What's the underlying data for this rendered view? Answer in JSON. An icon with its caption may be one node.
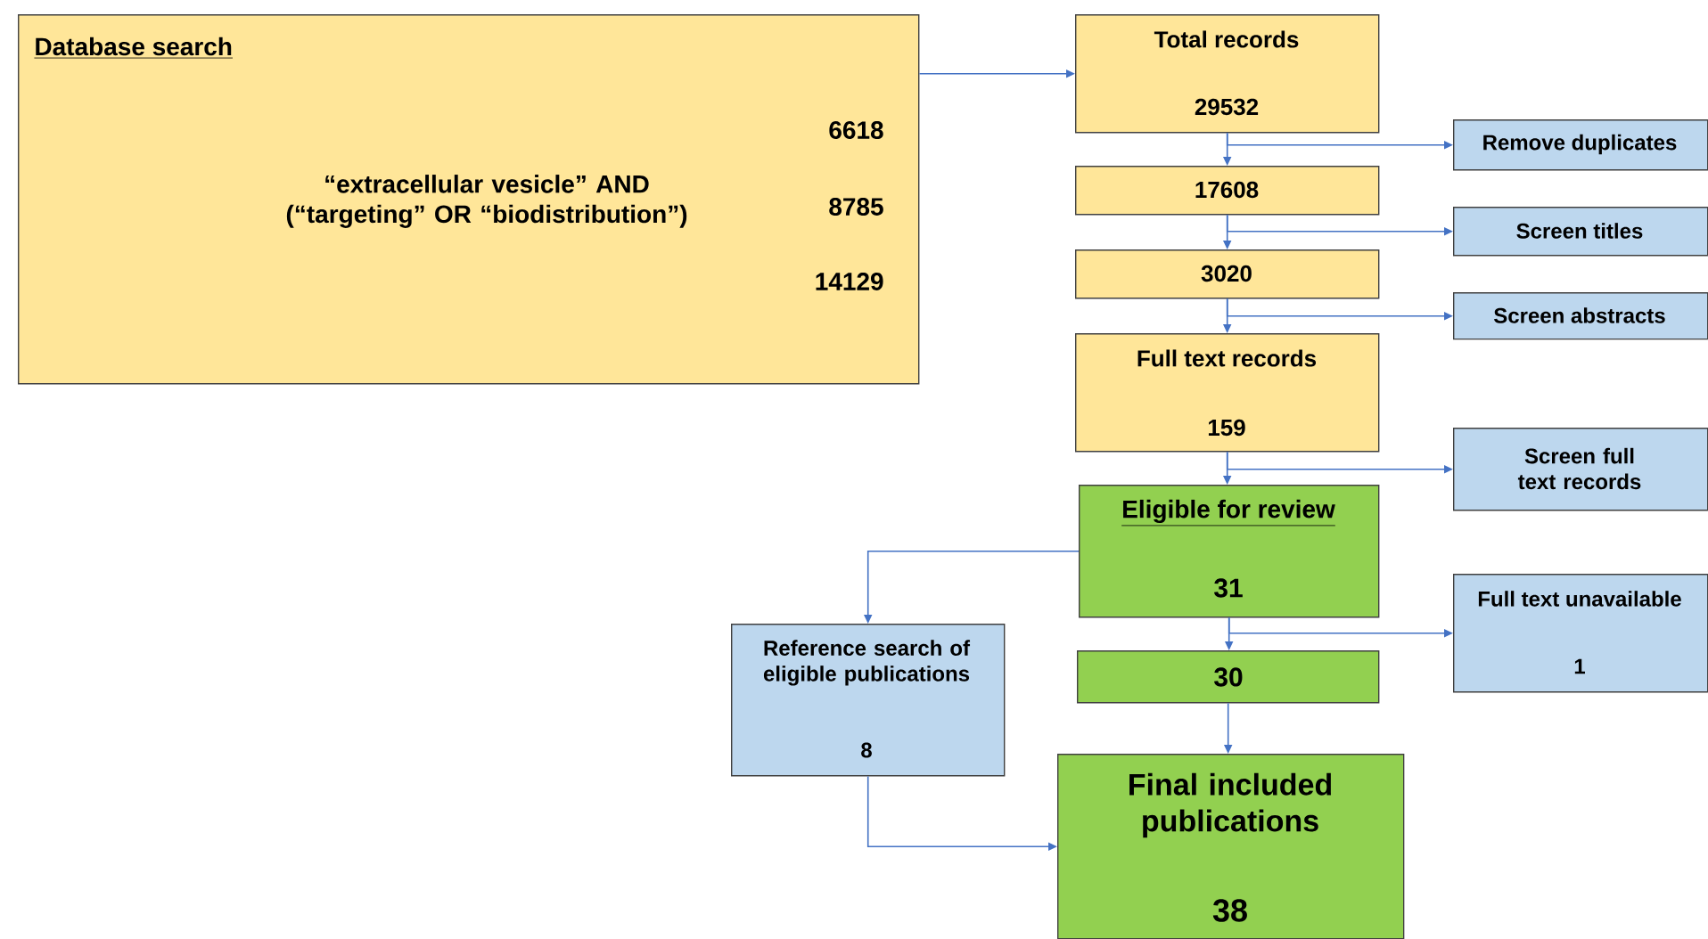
{
  "diagram": {
    "nodes": [
      {
        "text": [
          "Database search",
          "“extracellular vesicle” AND (“targeting” OR “biodistribution”)",
          "6618",
          "8785",
          "14129"
        ]
      },
      {
        "text": [
          "Total records",
          "29532"
        ]
      },
      {
        "text": [
          "17608"
        ]
      },
      {
        "text": [
          "3020"
        ]
      },
      {
        "text": [
          "Full text records",
          "159"
        ]
      },
      {
        "text": [
          "Eligible for review",
          "31"
        ]
      },
      {
        "text": [
          "30"
        ]
      },
      {
        "text": [
          "Final included publications",
          "38"
        ]
      },
      {
        "text": [
          "Remove duplicates"
        ]
      },
      {
        "text": [
          "Screen titles"
        ]
      },
      {
        "text": [
          "Screen abstracts"
        ]
      },
      {
        "text": [
          "Screen full text records"
        ]
      },
      {
        "text": [
          "Full text unavailable",
          "1"
        ]
      },
      {
        "text": [
          "Reference search of eligible publications",
          "8"
        ]
      }
    ],
    "edges": [
      {
        "from": 0,
        "to": 1,
        "arrow": "to"
      },
      {
        "from": 1,
        "to": 2,
        "arrow": "to"
      },
      {
        "from": 1,
        "to": 8,
        "arrow": "to"
      },
      {
        "from": 2,
        "to": 3,
        "arrow": "to"
      },
      {
        "from": 2,
        "to": 9,
        "arrow": "to"
      },
      {
        "from": 3,
        "to": 4,
        "arrow": "to"
      },
      {
        "from": 3,
        "to": 10,
        "arrow": "to"
      },
      {
        "from": 4,
        "to": 5,
        "arrow": "to"
      },
      {
        "from": 4,
        "to": 11,
        "arrow": "to"
      },
      {
        "from": 5,
        "to": 6,
        "arrow": "to"
      },
      {
        "from": 5,
        "to": 12,
        "arrow": "to"
      },
      {
        "from": 5,
        "to": 13,
        "arrow": "to"
      },
      {
        "from": 6,
        "to": 7,
        "arrow": "to"
      },
      {
        "from": 13,
        "to": 7,
        "arrow": "to"
      }
    ]
  }
}
